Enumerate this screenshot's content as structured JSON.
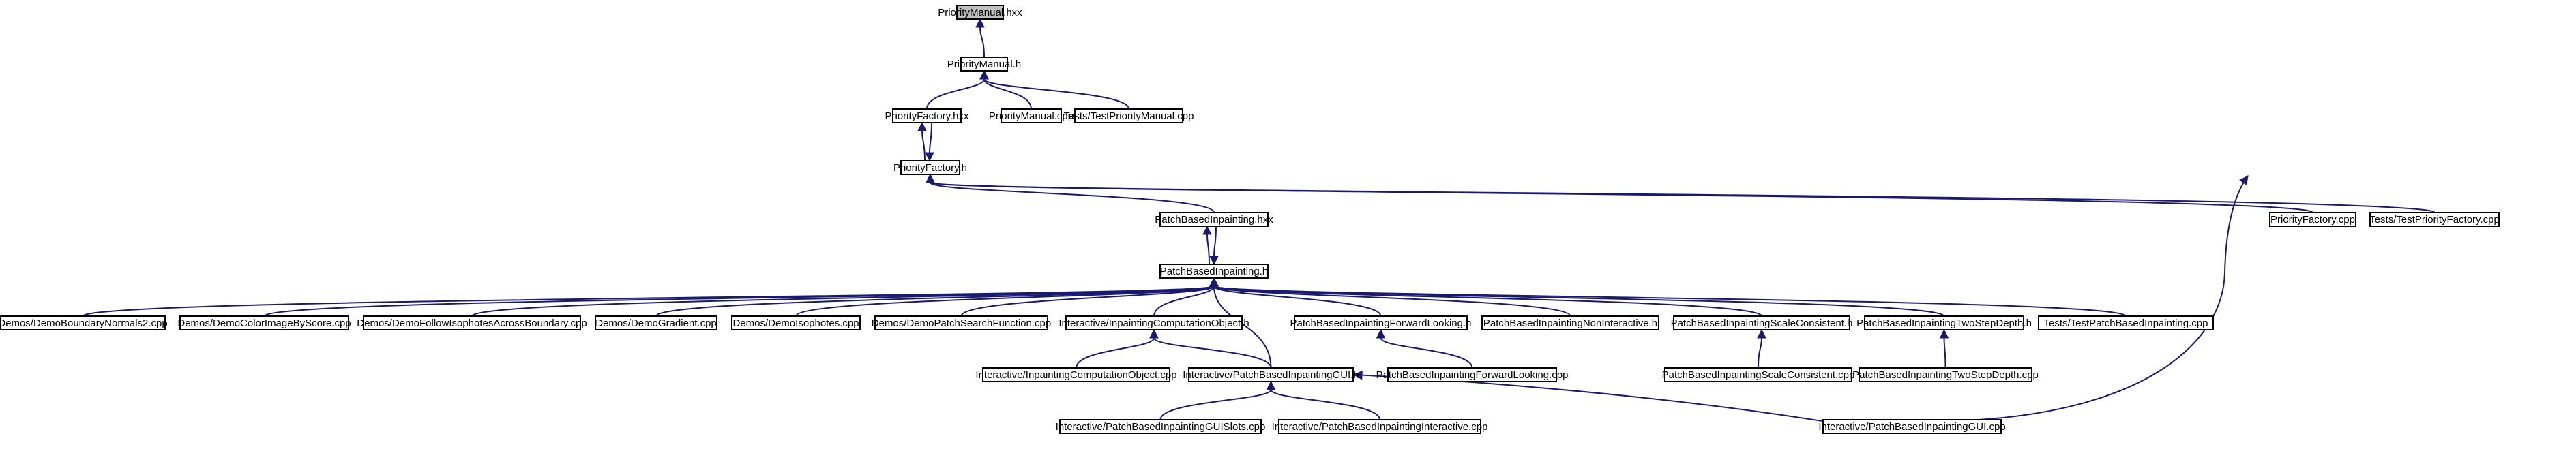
{
  "graph": {
    "title": "PriorityManual.hxx",
    "colors": {
      "edge": "#191970",
      "node_border": "#000000",
      "root_fill": "#bfbfbf",
      "node_fill": "#ffffff"
    },
    "nodes": [
      {
        "id": "PriorityManual_hxx",
        "label": "PriorityManual.hxx",
        "root": true
      },
      {
        "id": "PriorityManual_h",
        "label": "PriorityManual.h"
      },
      {
        "id": "PriorityFactory_hxx",
        "label": "PriorityFactory.hxx"
      },
      {
        "id": "PriorityManual_cpp",
        "label": "PriorityManual.cpp"
      },
      {
        "id": "TestPriorityManual_cpp",
        "label": "Tests/TestPriorityManual.cpp"
      },
      {
        "id": "PriorityFactory_h",
        "label": "PriorityFactory.h"
      },
      {
        "id": "PatchBasedInpainting_hxx",
        "label": "PatchBasedInpainting.hxx"
      },
      {
        "id": "PriorityFactory_cpp",
        "label": "PriorityFactory.cpp"
      },
      {
        "id": "TestPriorityFactory_cpp",
        "label": "Tests/TestPriorityFactory.cpp"
      },
      {
        "id": "PatchBasedInpainting_h",
        "label": "PatchBasedInpainting.h"
      },
      {
        "id": "DemoBoundaryNormals2",
        "label": "Demos/DemoBoundaryNormals2.cpp"
      },
      {
        "id": "DemoColorImageByScore",
        "label": "Demos/DemoColorImageByScore.cpp"
      },
      {
        "id": "DemoFollowIsophotes",
        "label": "Demos/DemoFollowIsophotesAcrossBoundary.cpp"
      },
      {
        "id": "DemoGradient",
        "label": "Demos/DemoGradient.cpp"
      },
      {
        "id": "DemoIsophotes",
        "label": "Demos/DemoIsophotes.cpp"
      },
      {
        "id": "DemoPatchSearch",
        "label": "Demos/DemoPatchSearchFunction.cpp"
      },
      {
        "id": "InteractiveComputation_h",
        "label": "Interactive/InpaintingComputationObject.h"
      },
      {
        "id": "ForwardLooking_h",
        "label": "PatchBasedInpaintingForwardLooking.h"
      },
      {
        "id": "NonInteractive_h",
        "label": "PatchBasedInpaintingNonInteractive.h"
      },
      {
        "id": "ScaleConsistent_h",
        "label": "PatchBasedInpaintingScaleConsistent.h"
      },
      {
        "id": "TwoStepDepth_h",
        "label": "PatchBasedInpaintingTwoStepDepth.h"
      },
      {
        "id": "TestPatchBasedInpainting",
        "label": "Tests/TestPatchBasedInpainting.cpp"
      },
      {
        "id": "InteractiveComputation_cpp",
        "label": "Interactive/InpaintingComputationObject.cpp"
      },
      {
        "id": "GUI_h",
        "label": "Interactive/PatchBasedInpaintingGUI.h"
      },
      {
        "id": "ForwardLooking_cpp",
        "label": "PatchBasedInpaintingForwardLooking.cpp"
      },
      {
        "id": "ScaleConsistent_cpp",
        "label": "PatchBasedInpaintingScaleConsistent.cpp"
      },
      {
        "id": "TwoStepDepth_cpp",
        "label": "PatchBasedInpaintingTwoStepDepth.cpp"
      },
      {
        "id": "GUISlots_cpp",
        "label": "Interactive/PatchBasedInpaintingGUISlots.cpp"
      },
      {
        "id": "Interactive_cpp",
        "label": "Interactive/PatchBasedInpaintingInteractive.cpp"
      },
      {
        "id": "GUI_cpp",
        "label": "Interactive/PatchBasedInpaintingGUI.cpp"
      }
    ],
    "edges": [
      {
        "from": "PriorityManual_h",
        "to": "PriorityManual_hxx"
      },
      {
        "from": "PriorityFactory_hxx",
        "to": "PriorityManual_h"
      },
      {
        "from": "PriorityManual_cpp",
        "to": "PriorityManual_h"
      },
      {
        "from": "TestPriorityManual_cpp",
        "to": "PriorityManual_h"
      },
      {
        "from": "PriorityFactory_h",
        "to": "PriorityFactory_hxx"
      },
      {
        "from": "PriorityFactory_hxx",
        "to": "PriorityFactory_h"
      },
      {
        "from": "PatchBasedInpainting_hxx",
        "to": "PriorityFactory_h"
      },
      {
        "from": "PriorityFactory_cpp",
        "to": "PriorityFactory_h"
      },
      {
        "from": "TestPriorityFactory_cpp",
        "to": "PriorityFactory_h"
      },
      {
        "from": "GUI_cpp",
        "to": "PriorityFactory_h"
      },
      {
        "from": "PatchBasedInpainting_h",
        "to": "PatchBasedInpainting_hxx"
      },
      {
        "from": "PatchBasedInpainting_hxx",
        "to": "PatchBasedInpainting_h"
      },
      {
        "from": "DemoBoundaryNormals2",
        "to": "PatchBasedInpainting_h"
      },
      {
        "from": "DemoColorImageByScore",
        "to": "PatchBasedInpainting_h"
      },
      {
        "from": "DemoFollowIsophotes",
        "to": "PatchBasedInpainting_h"
      },
      {
        "from": "DemoGradient",
        "to": "PatchBasedInpainting_h"
      },
      {
        "from": "DemoIsophotes",
        "to": "PatchBasedInpainting_h"
      },
      {
        "from": "DemoPatchSearch",
        "to": "PatchBasedInpainting_h"
      },
      {
        "from": "InteractiveComputation_h",
        "to": "PatchBasedInpainting_h"
      },
      {
        "from": "GUI_h",
        "to": "PatchBasedInpainting_h"
      },
      {
        "from": "ForwardLooking_h",
        "to": "PatchBasedInpainting_h"
      },
      {
        "from": "NonInteractive_h",
        "to": "PatchBasedInpainting_h"
      },
      {
        "from": "ScaleConsistent_h",
        "to": "PatchBasedInpainting_h"
      },
      {
        "from": "TwoStepDepth_h",
        "to": "PatchBasedInpainting_h"
      },
      {
        "from": "TestPatchBasedInpainting",
        "to": "PatchBasedInpainting_h"
      },
      {
        "from": "InteractiveComputation_cpp",
        "to": "InteractiveComputation_h"
      },
      {
        "from": "GUI_h",
        "to": "InteractiveComputation_h"
      },
      {
        "from": "ForwardLooking_cpp",
        "to": "ForwardLooking_h"
      },
      {
        "from": "ScaleConsistent_cpp",
        "to": "ScaleConsistent_h"
      },
      {
        "from": "TwoStepDepth_cpp",
        "to": "TwoStepDepth_h"
      },
      {
        "from": "GUISlots_cpp",
        "to": "GUI_h"
      },
      {
        "from": "Interactive_cpp",
        "to": "GUI_h"
      },
      {
        "from": "GUI_cpp",
        "to": "GUI_h"
      }
    ]
  }
}
